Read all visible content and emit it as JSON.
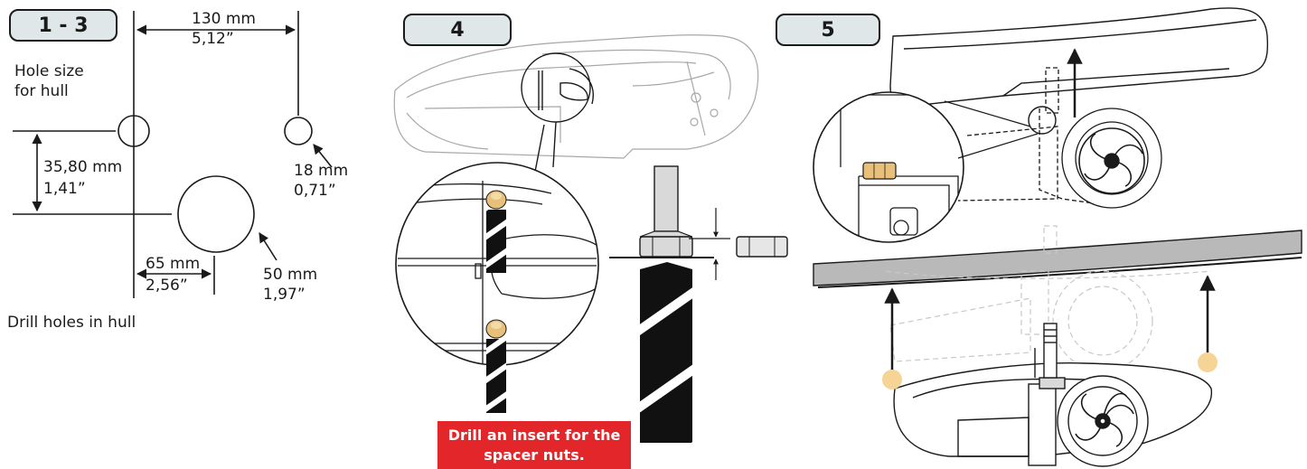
{
  "steps": {
    "s1": "1 - 3",
    "s2": "4",
    "s3": "5"
  },
  "dimensions": {
    "top_mm": "130 mm",
    "top_in": "5,12”",
    "hole_size_label": "Hole size",
    "hole_size_label2": "for hull",
    "vert_mm": "35,80 mm",
    "vert_in": "1,41”",
    "small_mm": "18 mm",
    "small_in": "0,71”",
    "horiz_mm": "65 mm",
    "horiz_in": "2,56”",
    "large_mm": "50 mm",
    "large_in": "1,97”"
  },
  "caption": "Drill holes in hull",
  "warning": {
    "line1": "Drill an insert for the",
    "line2": "spacer nuts."
  },
  "colors": {
    "badge_fill": "#dfe7e8",
    "warning": "#e3262a",
    "nut": "#e8c07a",
    "hull": "#b9b9b9",
    "dot": "#f5d496"
  }
}
